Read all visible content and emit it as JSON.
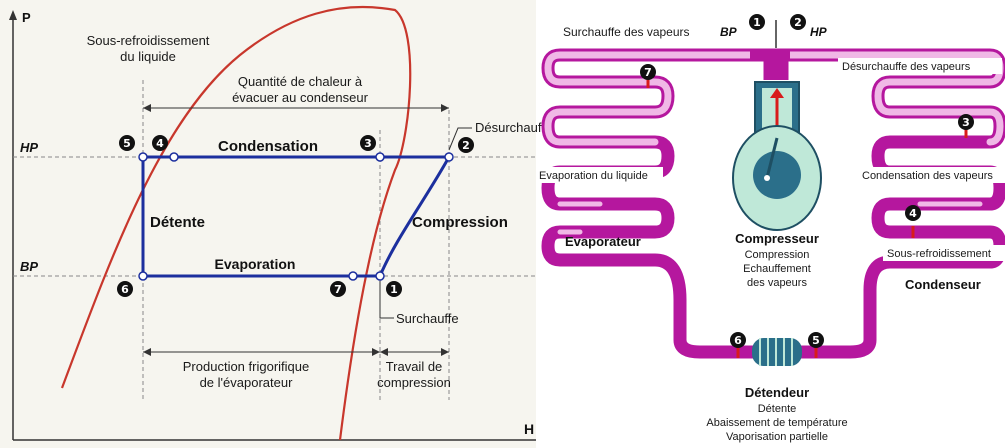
{
  "ph_diagram": {
    "axis_p": "P",
    "axis_h": "H",
    "hp_label": "HP",
    "bp_label": "BP",
    "sous_refroid": [
      "Sous-refroidissement",
      "du liquide"
    ],
    "quantite": [
      "Quantité de chaleur à",
      "évacuer au condenseur"
    ],
    "desurchauffe": "Désurchauffe",
    "condensation": "Condensation",
    "detente": "Détente",
    "compression": "Compression",
    "evaporation": "Evaporation",
    "surchauffe": "Surchauffe",
    "production": [
      "Production frigorifique",
      "de l'évaporateur"
    ],
    "travail": [
      "Travail de",
      "compression"
    ],
    "points": [
      "1",
      "2",
      "3",
      "4",
      "5",
      "6",
      "7"
    ],
    "colors": {
      "cycle": "#1c2f9e",
      "saturation": "#c8372c",
      "badge": "#111111"
    }
  },
  "circuit": {
    "surchauffe_vapeurs": "Surchauffe des vapeurs",
    "bp": "BP",
    "hp": "HP",
    "desurchauffe_vapeurs": "Désurchauffe des vapeurs",
    "evaporation_liquide": "Evaporation du liquide",
    "condensation_vapeurs": "Condensation des vapeurs",
    "sous_refroid": "Sous-refroidissement",
    "evaporateur": "Evaporateur",
    "condenseur": "Condenseur",
    "compresseur": "Compresseur",
    "compresseur_desc": [
      "Compression",
      "Echauffement",
      "des vapeurs"
    ],
    "detendeur": "Détendeur",
    "detendeur_desc": [
      "Détente",
      "Abaissement de température",
      "Vaporisation partielle"
    ],
    "points": [
      "1",
      "2",
      "3",
      "4",
      "5",
      "6",
      "7"
    ],
    "colors": {
      "magenta": "#b5179e",
      "pink": "#f0b8e6",
      "red": "#d81c1c",
      "compressor": "#bfe8d8",
      "compressor_dark": "#2b6f8a"
    }
  }
}
